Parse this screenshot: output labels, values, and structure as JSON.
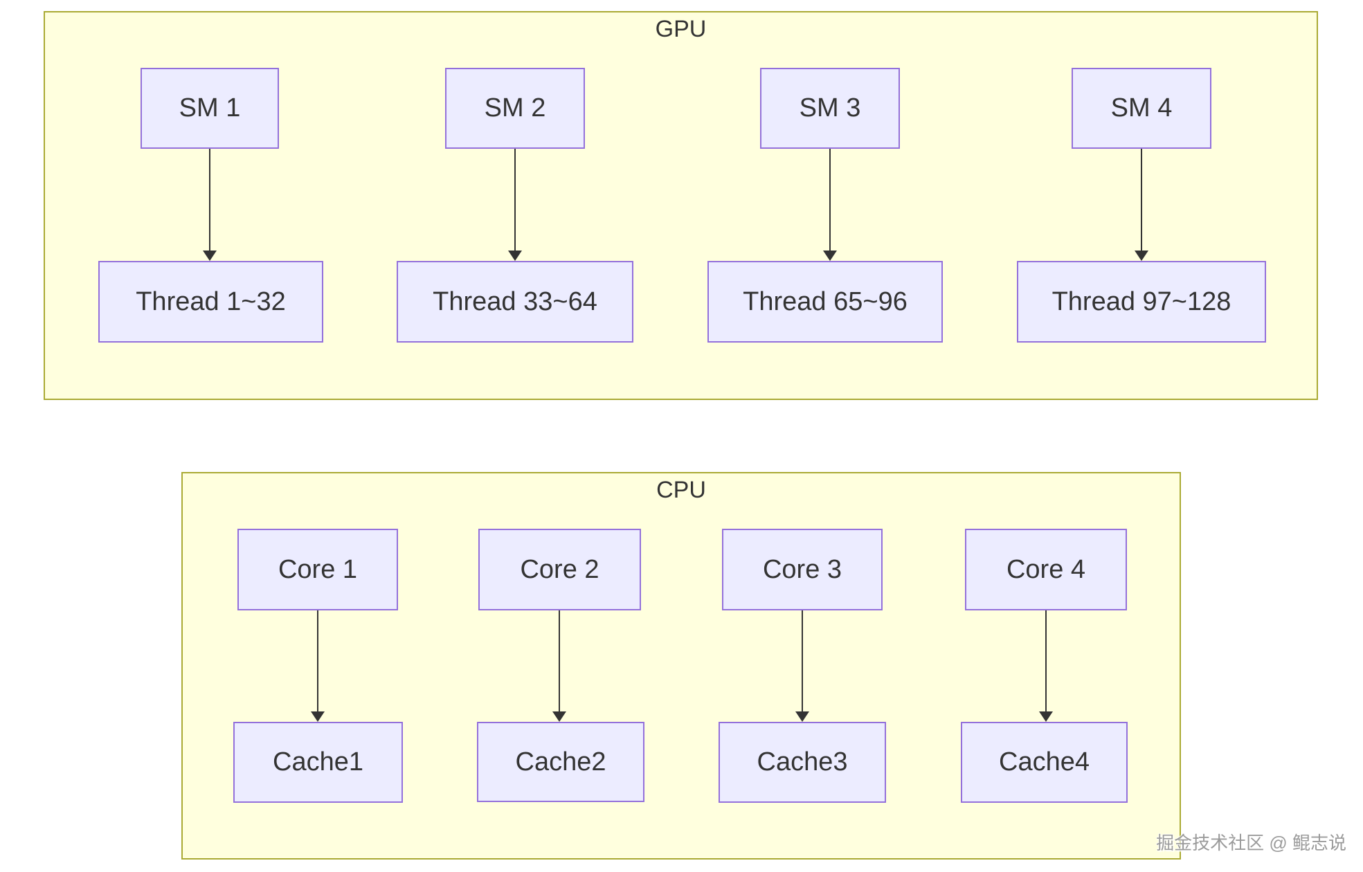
{
  "gpu": {
    "title": "GPU",
    "sm_nodes": [
      "SM 1",
      "SM 2",
      "SM 3",
      "SM 4"
    ],
    "thread_nodes": [
      "Thread 1~32",
      "Thread 33~64",
      "Thread 65~96",
      "Thread 97~128"
    ]
  },
  "cpu": {
    "title": "CPU",
    "core_nodes": [
      "Core 1",
      "Core 2",
      "Core 3",
      "Core 4"
    ],
    "cache_nodes": [
      "Cache1",
      "Cache2",
      "Cache3",
      "Cache4"
    ]
  },
  "edges": [
    {
      "from": "SM 1",
      "to": "Thread 1~32"
    },
    {
      "from": "SM 2",
      "to": "Thread 33~64"
    },
    {
      "from": "SM 3",
      "to": "Thread 65~96"
    },
    {
      "from": "SM 4",
      "to": "Thread 97~128"
    },
    {
      "from": "Core 1",
      "to": "Cache1"
    },
    {
      "from": "Core 2",
      "to": "Cache2"
    },
    {
      "from": "Core 3",
      "to": "Cache3"
    },
    {
      "from": "Core 4",
      "to": "Cache4"
    }
  ],
  "watermark": {
    "text": "掘金技术社区 @ 鲲志说"
  },
  "colors": {
    "background": "#ffffff",
    "cluster_fill": "#ffffde",
    "cluster_border": "#aaaa33",
    "node_fill": "#ececff",
    "node_border": "#9370db",
    "text": "#333333",
    "arrow": "#333333",
    "watermark_text": "#9b9b9b"
  }
}
